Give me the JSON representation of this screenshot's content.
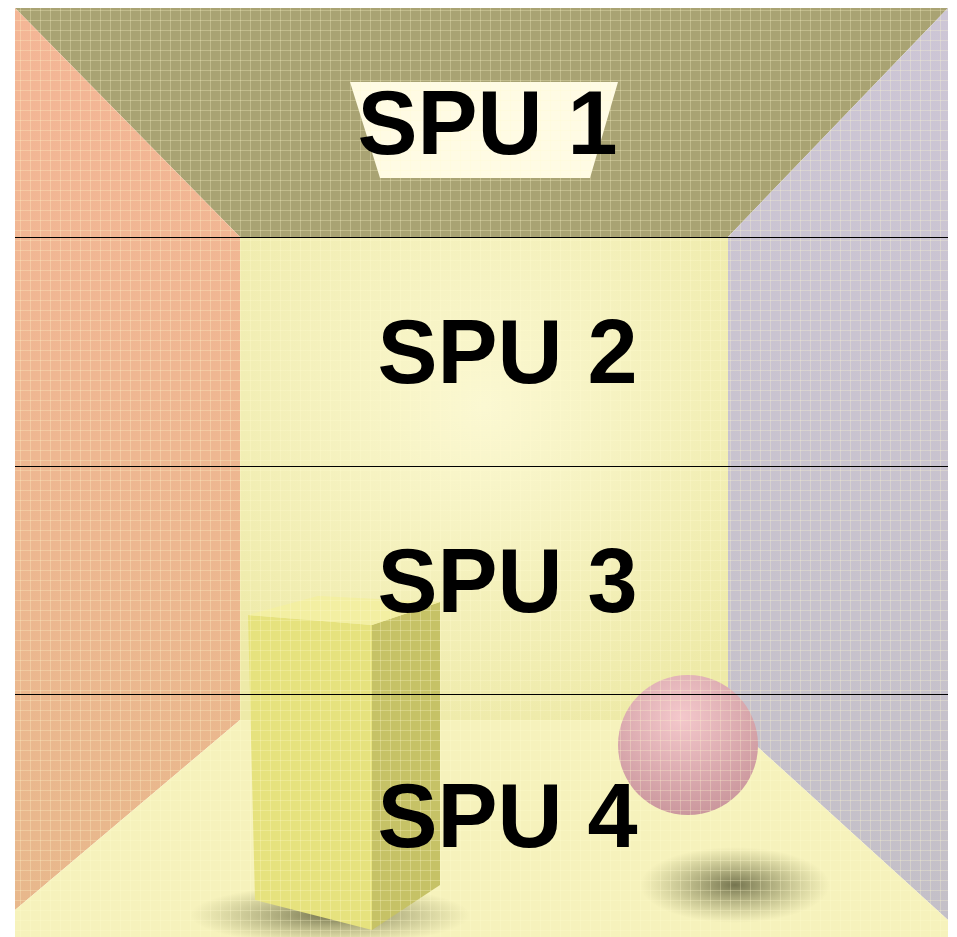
{
  "diagram": {
    "nodes": [
      {
        "text": [
          "SPU 1"
        ]
      },
      {
        "text": [
          "SPU 2"
        ]
      },
      {
        "text": [
          "SPU 3"
        ]
      },
      {
        "text": [
          "SPU 4"
        ]
      }
    ]
  }
}
